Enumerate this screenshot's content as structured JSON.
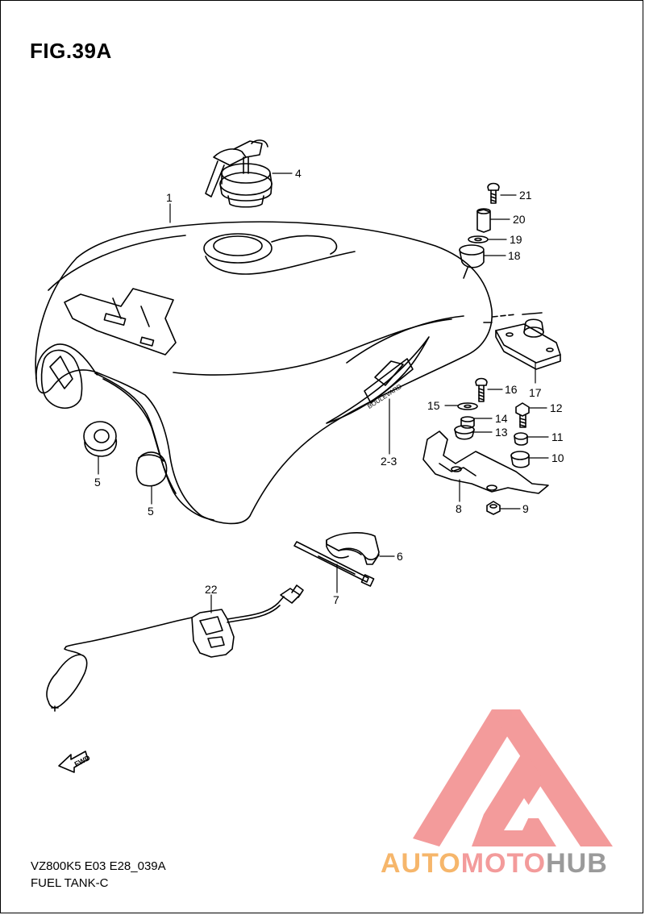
{
  "figure": {
    "title": "FIG.39A",
    "model_code": "VZ800K5 E03 E28_039A",
    "part_group": "FUEL TANK-C",
    "fwd_label": "FWD",
    "tank_emblem": "BOULEVARD"
  },
  "callouts": [
    {
      "id": "c1",
      "label": "1"
    },
    {
      "id": "c4",
      "label": "4"
    },
    {
      "id": "c21",
      "label": "21"
    },
    {
      "id": "c20",
      "label": "20"
    },
    {
      "id": "c19",
      "label": "19"
    },
    {
      "id": "c18",
      "label": "18"
    },
    {
      "id": "c17",
      "label": "17"
    },
    {
      "id": "c16",
      "label": "16"
    },
    {
      "id": "c15",
      "label": "15"
    },
    {
      "id": "c14",
      "label": "14"
    },
    {
      "id": "c13",
      "label": "13"
    },
    {
      "id": "c12",
      "label": "12"
    },
    {
      "id": "c11",
      "label": "11"
    },
    {
      "id": "c10",
      "label": "10"
    },
    {
      "id": "c9",
      "label": "9"
    },
    {
      "id": "c8",
      "label": "8"
    },
    {
      "id": "c23",
      "label": "2-3"
    },
    {
      "id": "c5a",
      "label": "5"
    },
    {
      "id": "c5b",
      "label": "5"
    },
    {
      "id": "c6",
      "label": "6"
    },
    {
      "id": "c7",
      "label": "7"
    },
    {
      "id": "c22",
      "label": "22"
    }
  ],
  "watermark": {
    "part1": "AUTO",
    "part2": "MOTO",
    "part3": "HUB",
    "colors": {
      "orange": "#f6b66b",
      "pink": "#f39b9b",
      "gray": "#9a9a9a",
      "logo_red": "#f28a8a"
    }
  }
}
